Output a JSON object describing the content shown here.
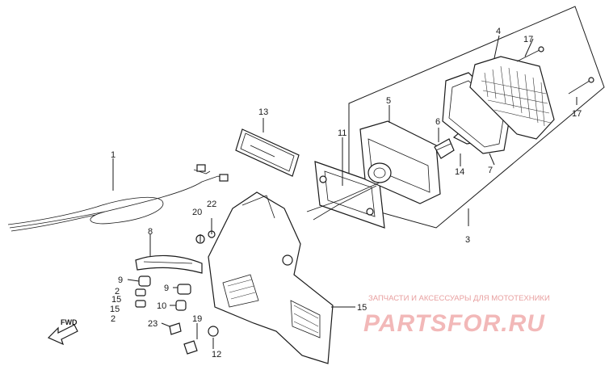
{
  "diagram": {
    "callouts": [
      "1",
      "2",
      "2",
      "3",
      "4",
      "5",
      "6",
      "7",
      "8",
      "9",
      "9",
      "10",
      "11",
      "12",
      "13",
      "14",
      "15",
      "15",
      "15",
      "17",
      "17",
      "19",
      "20",
      "22",
      "23"
    ],
    "fwd_label": "FWD"
  },
  "watermark": {
    "subtitle": "ЗАПЧАСТИ И АКСЕССУАРЫ ДЛЯ МОТОТЕХНИКИ",
    "brand": "PARTSFOR.RU"
  }
}
